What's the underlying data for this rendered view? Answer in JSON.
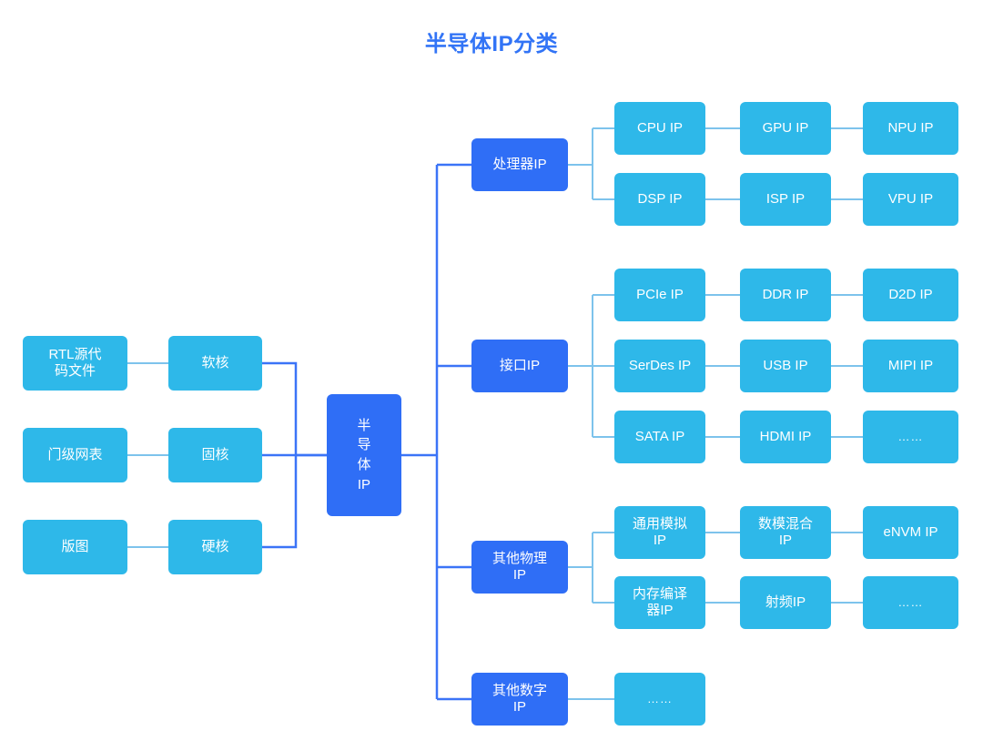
{
  "title": "半导体IP分类",
  "colors": {
    "title": "#3274f6",
    "node_light": "#2eb8e9",
    "node_dark": "#2f6ef6",
    "edge_light": "#7dc3ec",
    "edge_dark": "#3b74f7",
    "background": "#ffffff"
  },
  "root": {
    "label": "半\n导\n体\nIP"
  },
  "sources": [
    {
      "label": "RTL源代\n码文件"
    },
    {
      "label": "门级网表"
    },
    {
      "label": "版图"
    }
  ],
  "cores": [
    {
      "label": "软核"
    },
    {
      "label": "固核"
    },
    {
      "label": "硬核"
    }
  ],
  "categories": [
    {
      "label": "处理器IP",
      "rows": [
        [
          {
            "label": "CPU IP"
          },
          {
            "label": "GPU IP"
          },
          {
            "label": "NPU IP"
          }
        ],
        [
          {
            "label": "DSP IP"
          },
          {
            "label": "ISP IP"
          },
          {
            "label": "VPU IP"
          }
        ]
      ]
    },
    {
      "label": "接口IP",
      "rows": [
        [
          {
            "label": "PCIe IP"
          },
          {
            "label": "DDR IP"
          },
          {
            "label": "D2D IP"
          }
        ],
        [
          {
            "label": "SerDes IP"
          },
          {
            "label": "USB IP"
          },
          {
            "label": "MIPI IP"
          }
        ],
        [
          {
            "label": "SATA IP"
          },
          {
            "label": "HDMI IP"
          },
          {
            "label": "……"
          }
        ]
      ]
    },
    {
      "label": "其他物理\nIP",
      "rows": [
        [
          {
            "label": "通用模拟\nIP"
          },
          {
            "label": "数模混合\nIP"
          },
          {
            "label": "eNVM IP"
          }
        ],
        [
          {
            "label": "内存编译\n器IP"
          },
          {
            "label": "射频IP"
          },
          {
            "label": "……"
          }
        ]
      ]
    },
    {
      "label": "其他数字\nIP",
      "rows": [
        [
          {
            "label": "……"
          }
        ]
      ]
    }
  ]
}
